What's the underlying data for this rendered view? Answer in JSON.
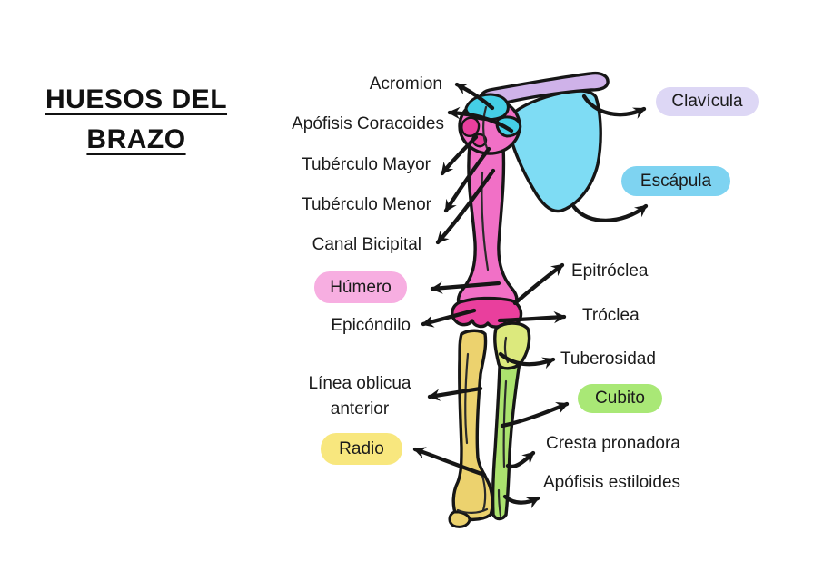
{
  "title": {
    "line1": "HUESOS DEL",
    "line2": "BRAZO"
  },
  "labels": {
    "acromion": "Acromion",
    "apofisis_coracoides": "Apófisis Coracoides",
    "tuberculo_mayor": "Tubérculo Mayor",
    "tuberculo_menor": "Tubérculo Menor",
    "canal_bicipital": "Canal Bicipital",
    "humero": "Húmero",
    "epicondilo": "Epicóndilo",
    "linea_oblicua": "Línea oblicua anterior",
    "radio": "Radio",
    "clavicula": "Clavícula",
    "escapula": "Escápula",
    "epitroclea": "Epitróclea",
    "troclea": "Tróclea",
    "tuberosidad": "Tuberosidad",
    "cubito": "Cubito",
    "cresta_pronadora": "Cresta pronadora",
    "apofisis_estiloides": "Apófisis estiloides"
  },
  "colors": {
    "pill_clavicula": "#ddd7f5",
    "pill_escapula": "#7ed3f1",
    "pill_humero": "#f7aee1",
    "pill_cubito": "#a9e876",
    "pill_radio": "#f8e77e",
    "bone_clavicle": "#cfb2e9",
    "bone_scapula": "#7edcf4",
    "bone_acromion": "#45cfe6",
    "bone_humerus": "#f170c6",
    "bone_humerus_dark": "#e93f9d",
    "bone_radius": "#ecd26e",
    "bone_ulna_head": "#dce97d",
    "bone_ulna": "#abe26e",
    "ink": "#161616"
  }
}
